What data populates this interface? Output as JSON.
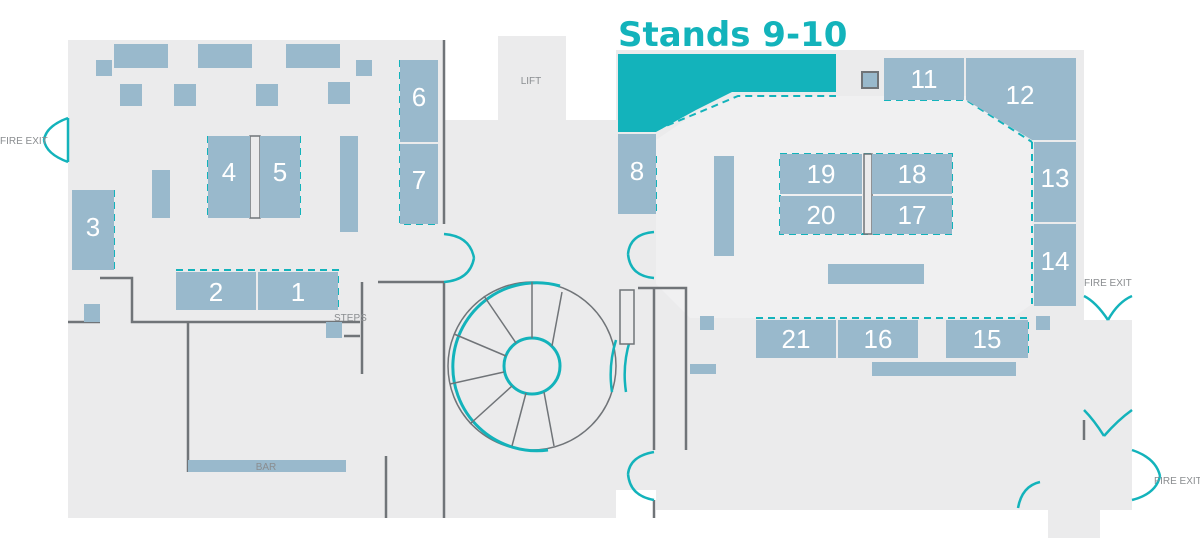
{
  "title": "Stands 9-10",
  "colors": {
    "floor": "#ebebec",
    "stand": "#99b9cc",
    "highlight": "#13b3bb",
    "wall": "#707478",
    "door": "#13b3bb",
    "label": "#8a8d90"
  },
  "stands": [
    {
      "id": "1",
      "label": "1"
    },
    {
      "id": "2",
      "label": "2"
    },
    {
      "id": "3",
      "label": "3"
    },
    {
      "id": "4",
      "label": "4"
    },
    {
      "id": "5",
      "label": "5"
    },
    {
      "id": "6",
      "label": "6"
    },
    {
      "id": "7",
      "label": "7"
    },
    {
      "id": "8",
      "label": "8"
    },
    {
      "id": "11",
      "label": "11"
    },
    {
      "id": "12",
      "label": "12"
    },
    {
      "id": "13",
      "label": "13"
    },
    {
      "id": "14",
      "label": "14"
    },
    {
      "id": "15",
      "label": "15"
    },
    {
      "id": "16",
      "label": "16"
    },
    {
      "id": "17",
      "label": "17"
    },
    {
      "id": "18",
      "label": "18"
    },
    {
      "id": "19",
      "label": "19"
    },
    {
      "id": "20",
      "label": "20"
    },
    {
      "id": "21",
      "label": "21"
    }
  ],
  "labels": {
    "lift": "LIFT",
    "steps": "STEPS",
    "bar": "BAR",
    "fire_exit_left": "FIRE EXIT",
    "fire_exit_right_top": "FIRE EXIT",
    "fire_exit_right_bottom": "FIRE EXIT"
  }
}
